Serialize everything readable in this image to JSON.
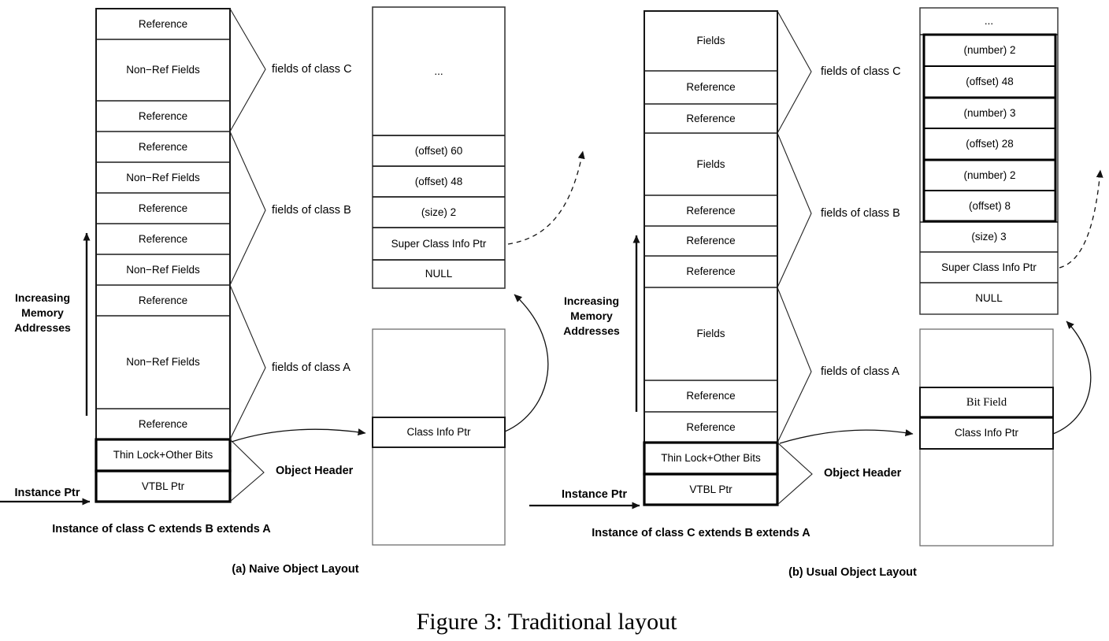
{
  "figure_caption": "Figure 3: Traditional layout",
  "panel_a": {
    "caption": "(a) Naive Object Layout",
    "instance_caption": "Instance of class C extends B extends A",
    "instance_ptr": "Instance Ptr",
    "object_header": "Object Header",
    "memory_lines": [
      "Increasing",
      "Memory",
      "Addresses"
    ],
    "group_labels": [
      "fields of class C",
      "fields of class B",
      "fields of class A"
    ],
    "object_cells": [
      "Reference",
      "Non−Ref Fields",
      "Reference",
      "Reference",
      "Non−Ref Fields",
      "Reference",
      "Reference",
      "Non−Ref Fields",
      "Reference",
      "Non−Ref Fields",
      "Reference",
      "Thin Lock+Other Bits",
      "VTBL Ptr"
    ],
    "class_table": {
      "ellipsis": "...",
      "rows": [
        "(offset) 60",
        "(offset) 48",
        "(size) 2",
        "Super Class Info Ptr",
        "NULL"
      ]
    },
    "vtbl_box": {
      "class_info_ptr": "Class Info Ptr"
    }
  },
  "panel_b": {
    "caption": "(b) Usual Object Layout",
    "instance_caption": "Instance of class C extends B extends A",
    "instance_ptr": "Instance Ptr",
    "object_header": "Object Header",
    "memory_lines": [
      "Increasing",
      "Memory",
      "Addresses"
    ],
    "group_labels": [
      "fields of class C",
      "fields of class B",
      "fields of class A"
    ],
    "object_cells": [
      "Fields",
      "Reference",
      "Reference",
      "Fields",
      "Reference",
      "Reference",
      "Reference",
      "Fields",
      "Reference",
      "Reference",
      "Thin Lock+Other Bits",
      "VTBL Ptr"
    ],
    "class_table": {
      "ellipsis": "...",
      "rows": [
        "(number) 2",
        "(offset) 48",
        "(number) 3",
        "(offset) 28",
        "(number) 2",
        "(offset) 8",
        "(size) 3",
        "Super Class Info Ptr",
        "NULL"
      ]
    },
    "vtbl_box": {
      "bit_field": "Bit Field",
      "class_info_ptr": "Class Info Ptr"
    }
  }
}
